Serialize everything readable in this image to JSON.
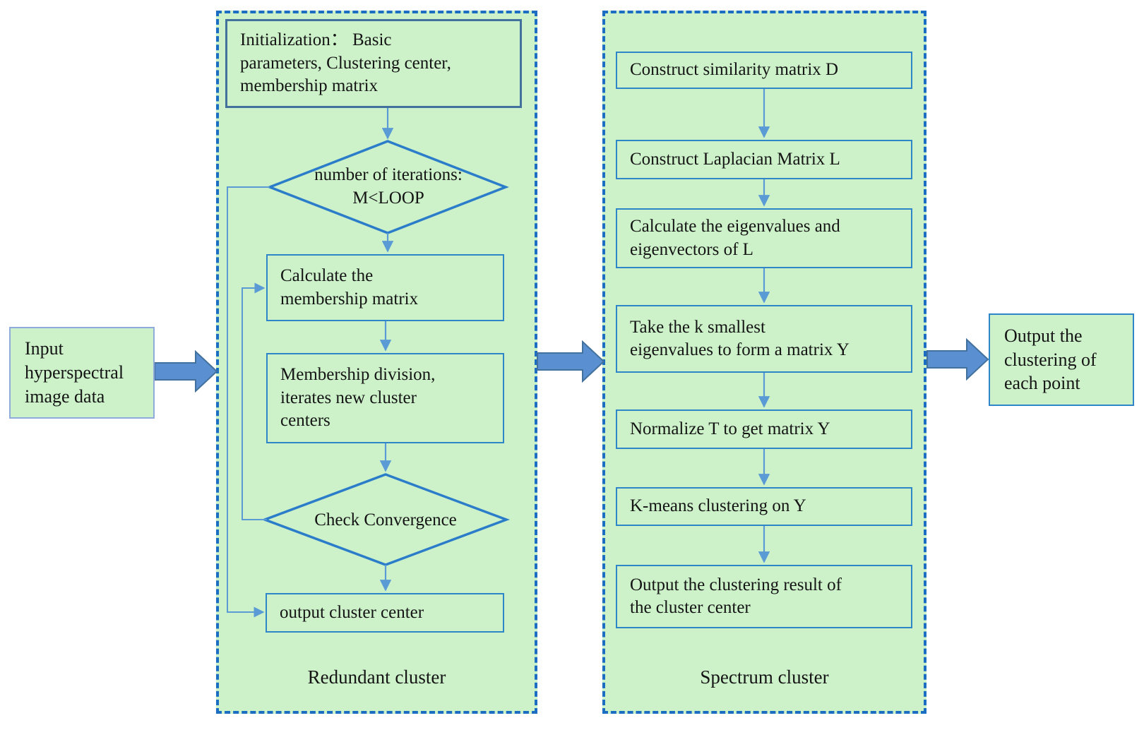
{
  "diagram": {
    "input_box": {
      "text": "Input\nhyperspectral\nimage data"
    },
    "redundant": {
      "label": "Redundant cluster",
      "init": {
        "text": "Initialization： Basic\nparameters, Clustering center,\nmembership matrix"
      },
      "iterations_diamond": {
        "text": "number of iterations:\nM<LOOP"
      },
      "calc_membership": {
        "text": "Calculate the\nmembership matrix"
      },
      "membership_division": {
        "text": "Membership division,\niterates new cluster\ncenters"
      },
      "convergence_diamond": {
        "text": "Check Convergence"
      },
      "output_cluster_center": {
        "text": "output cluster center"
      }
    },
    "spectrum": {
      "label": "Spectrum cluster",
      "steps": [
        "Construct similarity matrix D",
        "Construct Laplacian Matrix L",
        "Calculate the eigenvalues and\neigenvectors of L",
        "Take the k smallest\neigenvalues to form a matrix Y",
        "Normalize T to get matrix Y",
        "K-means clustering on Y",
        "Output the clustering result of\nthe cluster center"
      ]
    },
    "output_box": {
      "text": "Output the\nclustering of\neach point"
    },
    "colors": {
      "panel_fill": "#cdf2ca",
      "panel_border": "#1b6ec2",
      "box_border": "#2e86c8",
      "init_box_border": "#41719c",
      "input_box_border": "#8faadc",
      "connector": "#5b9bd5",
      "block_arrow_fill": "#5a8fd2",
      "block_arrow_border": "#41719c",
      "text": "#141414"
    }
  }
}
